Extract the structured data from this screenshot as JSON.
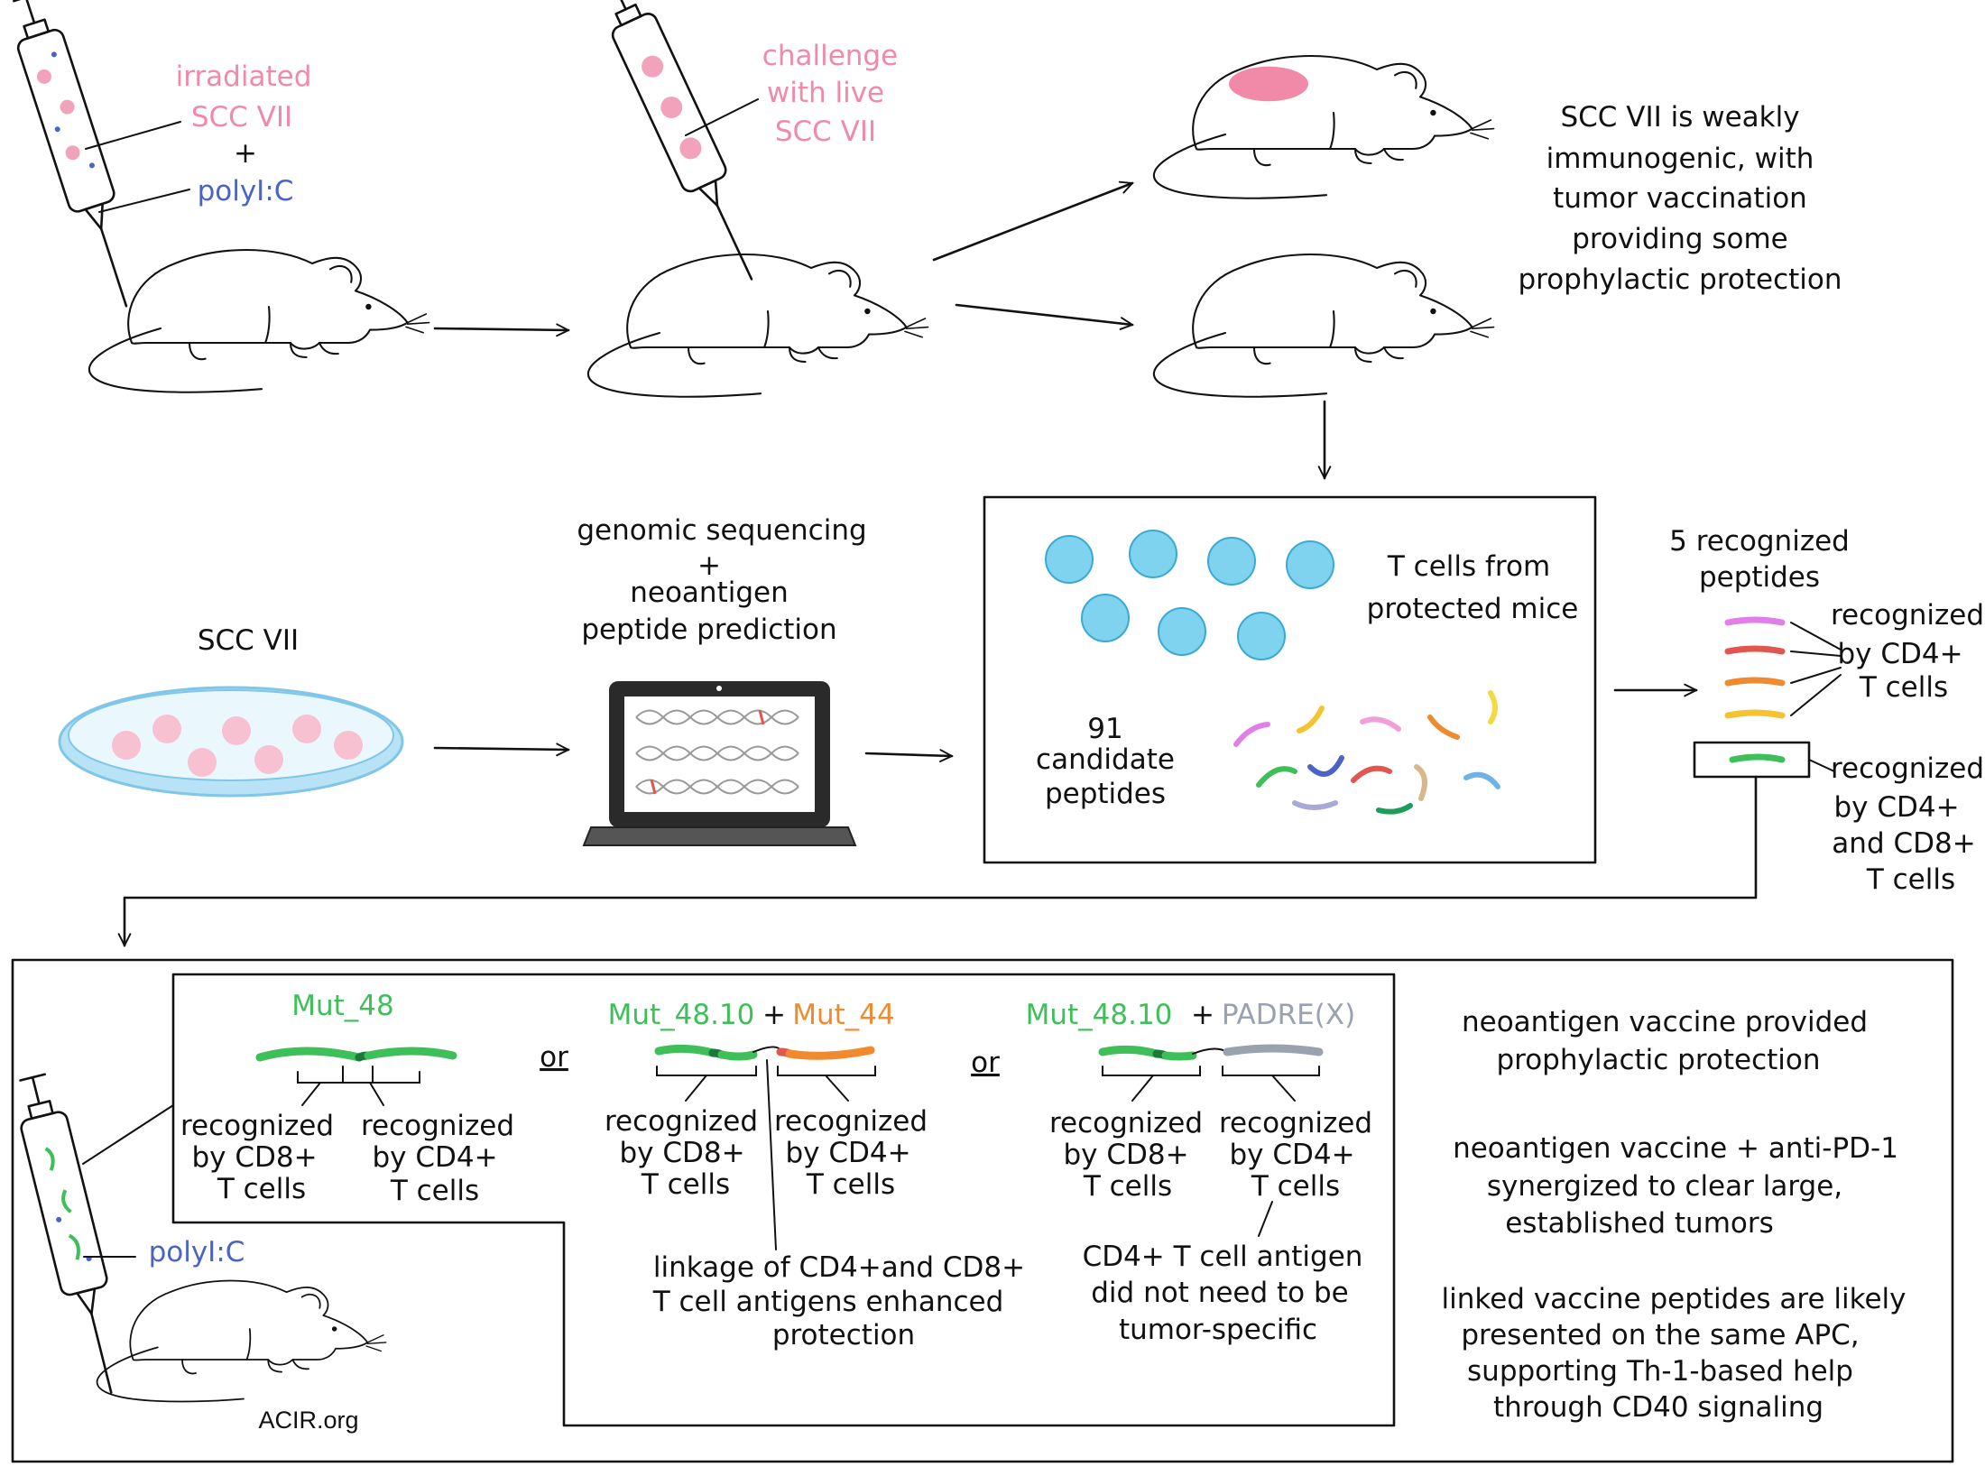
{
  "step1": {
    "line1": "irradiated",
    "line2": "SCC VII",
    "plus": "+",
    "line3": "polyI:C"
  },
  "step2": {
    "line1": "challenge",
    "line2": "with live",
    "line3": "SCC VII"
  },
  "outcome": {
    "lines": [
      "SCC VII is weakly",
      "immunogenic, with",
      "tumor vaccination",
      "providing some",
      "prophylactic protection"
    ]
  },
  "dish": {
    "label": "SCC VII"
  },
  "sequencing": {
    "lines": [
      "genomic sequencing",
      "+",
      "neoantigen",
      "peptide prediction"
    ]
  },
  "screen_box": {
    "tcells_lines": [
      "T cells from",
      "protected mice"
    ],
    "candidates_lines": [
      "91",
      "candidate",
      "peptides"
    ]
  },
  "recognized": {
    "header_lines": [
      "5 recognized",
      "peptides"
    ],
    "cd4_lines": [
      "recognized",
      "by CD4+",
      "T cells"
    ],
    "both_lines": [
      "recognized",
      "by CD4+",
      "and CD8+",
      "T cells"
    ]
  },
  "vaccine": {
    "polyic": "polyI:C",
    "credit": "ACIR.org",
    "or1": "or",
    "or2": "or",
    "v1": {
      "title": "Mut_48",
      "left_lines": [
        "recognized",
        "by CD8+",
        "T cells"
      ],
      "right_lines": [
        "recognized",
        "by CD4+",
        "T cells"
      ]
    },
    "v2": {
      "title_a": "Mut_48.10",
      "plus": "+",
      "title_b": "Mut_44",
      "left_lines": [
        "recognized",
        "by CD8+",
        "T cells"
      ],
      "right_lines": [
        "recognized",
        "by CD4+",
        "T cells"
      ],
      "note_lines": [
        "linkage of CD4+and CD8+",
        "T cell antigens enhanced",
        "protection"
      ]
    },
    "v3": {
      "title_a": "Mut_48.10",
      "plus": "+",
      "title_b": "PADRE(X)",
      "left_lines": [
        "recognized",
        "by CD8+",
        "T cells"
      ],
      "right_lines": [
        "recognized",
        "by CD4+",
        "T cells"
      ],
      "note_lines": [
        "CD4+ T cell  antigen",
        "did  not need to be",
        "tumor-specific"
      ]
    }
  },
  "conclusions": {
    "c1": [
      "neoantigen vaccine provided",
      "prophylactic protection"
    ],
    "c2": [
      "neoantigen vaccine + anti-PD-1",
      "synergized to clear large,",
      "established tumors"
    ],
    "c3": [
      "linked vaccine peptides are likely",
      "presented on the same APC,",
      "supporting Th-1-based help",
      "through CD40 signaling"
    ]
  },
  "colors": {
    "pink": "#f08aa8",
    "blue": "#4a63c8",
    "cyan": "#7fd3ee",
    "green": "#3fbf5a",
    "orange": "#f08a2e",
    "grey": "#9aa2b0"
  }
}
